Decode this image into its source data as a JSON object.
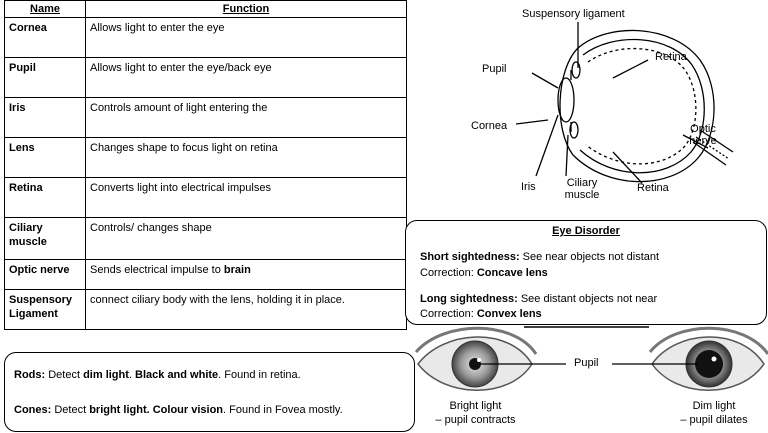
{
  "table": {
    "header": {
      "name": "Name",
      "function": "Function"
    },
    "rows": [
      {
        "name": "Cornea",
        "function": "Allows light to enter the eye"
      },
      {
        "name": "Pupil",
        "function": "Allows light to enter the eye/back eye"
      },
      {
        "name": "Iris",
        "function": "Controls amount of light entering the"
      },
      {
        "name": "Lens",
        "function": "Changes shape to focus light on retina"
      },
      {
        "name": "Retina",
        "function": "Converts light into electrical impulses"
      },
      {
        "name": "Ciliary muscle",
        "function": "Controls/ changes shape"
      },
      {
        "name": "Optic nerve",
        "function_pre": "Sends electrical impulse to ",
        "function_bold": "brain"
      },
      {
        "name": "Suspensory Ligament",
        "function": "connect ciliary body with the lens, holding it in place."
      }
    ]
  },
  "diagram": {
    "labels": {
      "suspensory": "Suspensory ligament",
      "pupil": "Pupil",
      "retina_top": "Retina",
      "cornea": "Cornea",
      "optic_1": "Optic",
      "optic_2": "nerve",
      "iris": "Iris",
      "ciliary_1": "Ciliary",
      "ciliary_2": "muscle",
      "retina_bottom": "Retina"
    }
  },
  "disorder": {
    "title": "Eye Disorder",
    "short_label": "Short sightedness:",
    "short_text": " See near objects not distant",
    "short_corr_label": "Correction: ",
    "short_corr": "Concave lens",
    "long_label": "Long sightedness:",
    "long_text": " See distant objects not near",
    "long_corr_label": "Correction: ",
    "long_corr": "Convex lens"
  },
  "receptors": {
    "rods_label": "Rods:",
    "rods_t1": " Detect ",
    "rods_b1": "dim light",
    "rods_t2": ".  ",
    "rods_b2": "Black and white",
    "rods_t3": ".  Found in retina.",
    "cones_label": "Cones:",
    "cones_t1": " Detect ",
    "cones_b1": "bright light. Colour vision",
    "cones_t2": ". Found in Fovea mostly."
  },
  "pupils": {
    "pupil": "Pupil",
    "bright_1": "Bright light",
    "bright_2": "– pupil contracts",
    "dim_1": "Dim light",
    "dim_2": "– pupil dilates"
  }
}
